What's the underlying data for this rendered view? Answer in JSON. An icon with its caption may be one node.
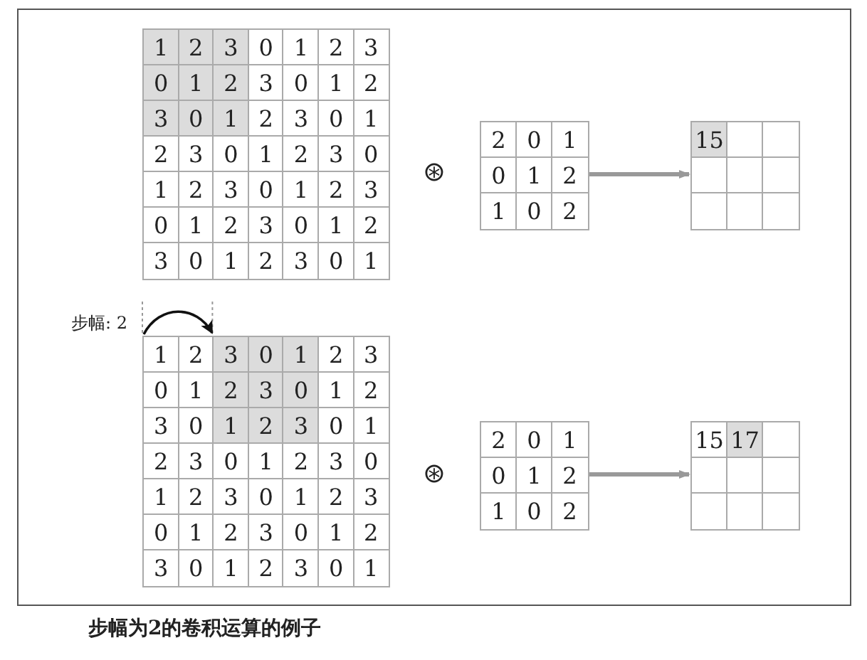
{
  "diagram": {
    "caption": "步幅为2的卷积运算的例子",
    "nodes": [
      {
        "text": [
          "1",
          "2",
          "3",
          "0",
          "1",
          "2",
          "3",
          "0",
          "1",
          "2",
          "3",
          "0",
          "1",
          "2",
          "3",
          "0",
          "1",
          "2",
          "3",
          "0",
          "1",
          "2",
          "3",
          "0",
          "1",
          "2",
          "3",
          "0",
          "1",
          "2",
          "3",
          "0",
          "1",
          "2",
          "3",
          "0",
          "1",
          "2",
          "3",
          "0",
          "1",
          "2",
          "3",
          "0",
          "1",
          "2",
          "3",
          "0",
          "1"
        ]
      },
      {
        "text": [
          "2",
          "0",
          "1",
          "0",
          "1",
          "2",
          "1",
          "0",
          "2"
        ]
      },
      {
        "text": [
          "15"
        ]
      },
      {
        "text": [
          "1",
          "2",
          "3",
          "0",
          "1",
          "2",
          "3",
          "0",
          "1",
          "2",
          "3",
          "0",
          "1",
          "2",
          "3",
          "0",
          "1",
          "2",
          "3",
          "0",
          "1",
          "2",
          "3",
          "0",
          "1",
          "2",
          "3",
          "0",
          "1",
          "2",
          "3",
          "0",
          "1",
          "2",
          "3",
          "0",
          "1",
          "2",
          "3",
          "0",
          "1",
          "2",
          "3",
          "0",
          "1",
          "2",
          "3",
          "0",
          "1"
        ]
      },
      {
        "text": [
          "2",
          "0",
          "1",
          "0",
          "1",
          "2",
          "1",
          "0",
          "2"
        ]
      },
      {
        "text": [
          "15",
          "17"
        ]
      }
    ],
    "edges": [
      {
        "from": 1,
        "to": 2,
        "arrow": "to"
      },
      {
        "from": 4,
        "to": 5,
        "arrow": "to"
      }
    ],
    "labels": [
      "⊛",
      "步幅: 2",
      "⊛"
    ]
  }
}
